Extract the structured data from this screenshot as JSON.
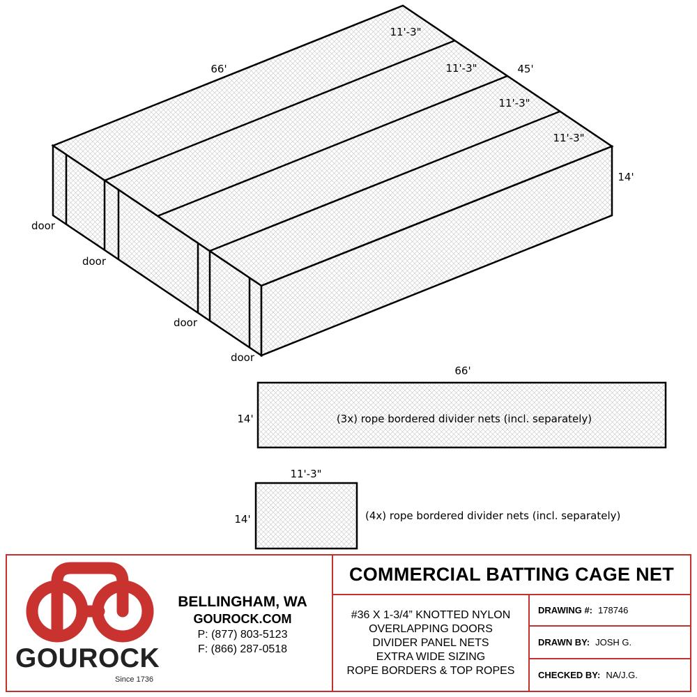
{
  "drawing": {
    "dims": {
      "length_top": "66'",
      "width_right": "45'",
      "height_right": "14'",
      "lane_1": "11'-3\"",
      "lane_2": "11'-3\"",
      "lane_3": "11'-3\"",
      "lane_4": "11'-3\""
    },
    "doors": [
      "door",
      "door",
      "door",
      "door"
    ],
    "long_divider": {
      "width_label": "66'",
      "height_label": "14'",
      "note": "(3x) rope bordered divider nets (incl. separately)"
    },
    "short_divider": {
      "width_label": "11'-3\"",
      "height_label": "14'",
      "note": "(4x) rope bordered divider nets (incl. separately)"
    }
  },
  "title_block": {
    "brand": "GOUROCK",
    "since": "Since 1736",
    "city": "BELLINGHAM, WA",
    "website": "GOUROCK.COM",
    "phone": "P: (877) 803-5123",
    "fax": "F: (866) 287-0518",
    "title": "COMMERCIAL BATTING CAGE NET",
    "description": [
      "#36 X 1-3/4” KNOTTED NYLON",
      "OVERLAPPING DOORS",
      "DIVIDER PANEL NETS",
      "EXTRA WIDE SIZING",
      "ROPE BORDERS & TOP ROPES"
    ],
    "drawing_number_label": "DRAWING #:",
    "drawing_number": "178746",
    "drawn_by_label": "DRAWN BY:",
    "drawn_by": "JOSH G.",
    "checked_by_label": "CHECKED BY:",
    "checked_by": "NA/J.G.",
    "accent_color": "#c2302f",
    "logo_color": "#c8322f"
  }
}
